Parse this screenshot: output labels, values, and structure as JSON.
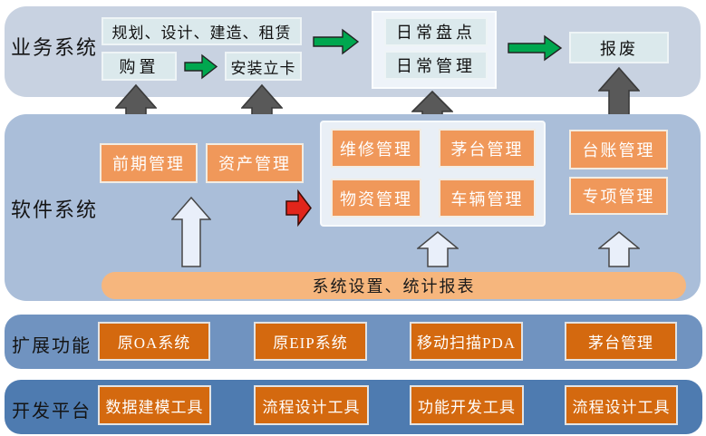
{
  "business": {
    "label": "业务系统",
    "planning": "规划、设计、建造、租赁",
    "purchase": "购置",
    "install": "安装立卡",
    "daily_inventory": "日常盘点",
    "daily_management": "日常管理",
    "scrap": "报废"
  },
  "software": {
    "label": "软件系统",
    "early": "前期管理",
    "asset": "资产管理",
    "group": [
      "维修管理",
      "茅台管理",
      "物资管理",
      "车辆管理"
    ],
    "ledger": "台账管理",
    "special": "专项管理",
    "settings_bar": "系统设置、统计报表"
  },
  "extensions": {
    "label": "扩展功能",
    "items": [
      "原OA系统",
      "原EIP系统",
      "移动扫描PDA",
      "茅台管理"
    ]
  },
  "platform": {
    "label": "开发平台",
    "items": [
      "数据建模工具",
      "流程设计工具",
      "功能开发工具",
      "流程设计工具"
    ]
  },
  "colors": {
    "band_business": "#C8D2E1",
    "band_software": "#AABED9",
    "band_extensions": "#7093C0",
    "band_platform": "#4E7BB0",
    "light_box": "#DBE9EC",
    "orange_box": "#F0985A",
    "dark_orange_box": "#D4690F",
    "settings_bar": "#F6B67D",
    "green_arrow": "#00A74F",
    "gray_arrow": "#595959",
    "white_arrow": "#E9EFFA",
    "red_arrow": "#E1251B"
  }
}
